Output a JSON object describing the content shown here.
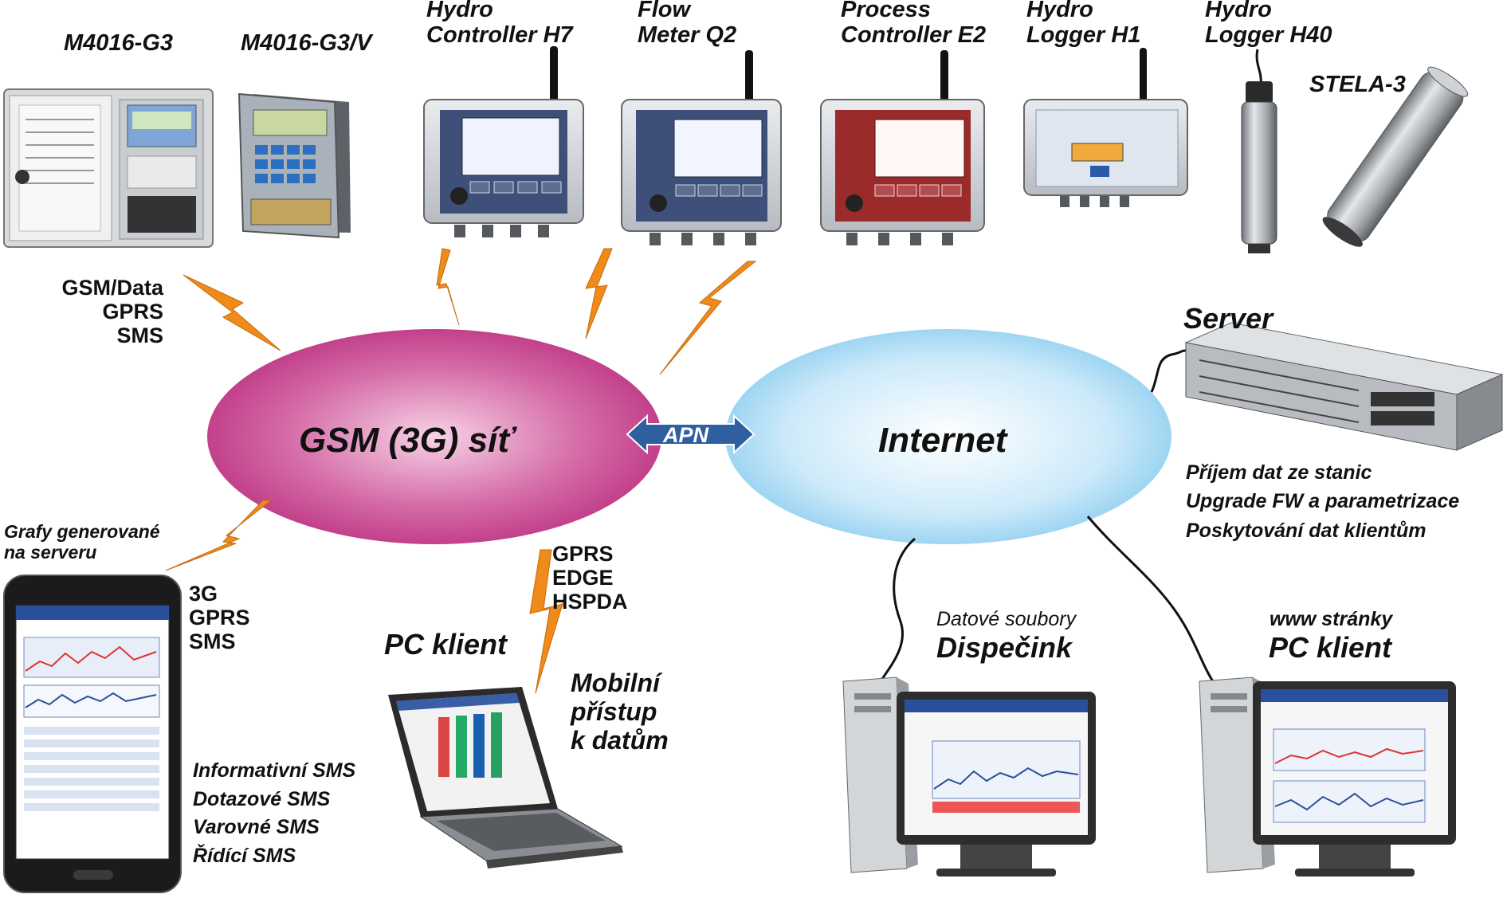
{
  "colors": {
    "gsm_cloud": "#c2367e",
    "internet_cloud": "#8fd0ef",
    "lightning": "#f08a1a",
    "apn_arrow": "#2f5f9f",
    "device_panel": "#4a5a7a",
    "device_panel_red": "#a52a2a"
  },
  "devices": [
    {
      "label_lines": [
        "M4016-G3"
      ],
      "icon": "station-cabinet-icon"
    },
    {
      "label_lines": [
        "M4016-G3/V"
      ],
      "icon": "datalogger-icon"
    },
    {
      "label_lines": [
        "Hydro",
        "Controller H7"
      ],
      "icon": "controller-h7-icon"
    },
    {
      "label_lines": [
        "Flow",
        "Meter Q2"
      ],
      "icon": "flowmeter-q2-icon"
    },
    {
      "label_lines": [
        "Process",
        "Controller E2"
      ],
      "icon": "process-controller-e2-icon"
    },
    {
      "label_lines": [
        "Hydro",
        "Logger H1"
      ],
      "icon": "hydro-logger-h1-icon"
    },
    {
      "label_lines": [
        "Hydro",
        "Logger H40"
      ],
      "icon": "probe-h40-icon"
    },
    {
      "label_lines": [
        "STELA-3"
      ],
      "icon": "stela-probe-icon"
    }
  ],
  "gsm_cloud_label": "GSM (3G) síť",
  "internet_cloud_label": "Internet",
  "apn_label": "APN",
  "left_protocols": [
    "GSM/Data",
    "GPRS",
    "SMS"
  ],
  "server": {
    "title": "Server",
    "functions": [
      "Příjem dat ze stanic",
      "Upgrade FW a parametrizace",
      "Poskytování dat klientům"
    ]
  },
  "phone": {
    "caption_lines": [
      "Grafy generované",
      "na serveru"
    ],
    "protocols": [
      "3G",
      "GPRS",
      "SMS"
    ],
    "sms_types": [
      "Informativní SMS",
      "Dotazové SMS",
      "Varovné SMS",
      "Řídící SMS"
    ]
  },
  "laptop": {
    "protocols": [
      "GPRS",
      "EDGE",
      "HSPDA"
    ],
    "title": "PC klient",
    "mobile_access_lines": [
      "Mobilní",
      "přístup",
      "k datům"
    ]
  },
  "dispatch": {
    "subtitle": "Datové soubory",
    "title": "Dispečink"
  },
  "web_client": {
    "subtitle": "www stránky",
    "title": "PC klient"
  }
}
